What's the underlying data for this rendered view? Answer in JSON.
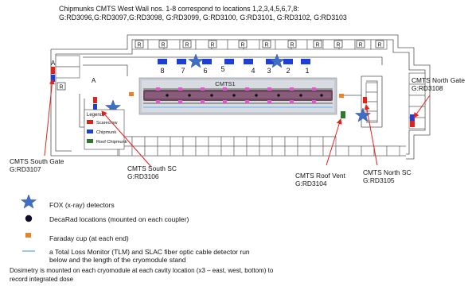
{
  "header": {
    "line1": "Chipmunks CMTS West Wall nos. 1-8 correspond to locations 1,2,3,4,5,6,7,8:",
    "line2": "G:RD3096,G:RD3097,G:RD3098, G:RD3099, G:RD3100, G:RD3101, G:RD3102, G:RD3103"
  },
  "locations": [
    "8",
    "7",
    "6",
    "5",
    "4",
    "3",
    "2",
    "1"
  ],
  "roof_label": "R",
  "gate_letter": "A",
  "cryomodule_label": "CMTS1",
  "inner_legend": {
    "title": "Legend",
    "items": [
      {
        "label": "Scarecrow",
        "color": "#e3211c"
      },
      {
        "label": "Chipmunk",
        "color": "#1e3fd6"
      },
      {
        "label": "Roof Chipmunk",
        "color": "#2a7a2a"
      }
    ]
  },
  "callouts": {
    "north_gate": {
      "name": "CMTS North Gate",
      "id": "G:RD3108"
    },
    "south_gate": {
      "name": "CMTS South Gate",
      "id": "G:RD3107"
    },
    "south_sc": {
      "name": "CMTS South SC",
      "id": "G:RD3106"
    },
    "roof_vent": {
      "name": "CMTS Roof Vent",
      "id": "G:RD3104"
    },
    "north_sc": {
      "name": "CMTS North SC",
      "id": "G:RD3105"
    }
  },
  "key": [
    {
      "symbol": "star",
      "label": "FOX (x-ray) detectors"
    },
    {
      "symbol": "dot",
      "label": "DecaRad locations (mounted on each coupler)"
    },
    {
      "symbol": "orange-square",
      "label": "Faraday cup (at each end)"
    },
    {
      "symbol": "blue-line",
      "label": "a Total Loss Monitor (TLM) and SLAC fiber optic cable detector run",
      "label2": "below and the length of the cryomodule stand"
    }
  ],
  "note": {
    "line1": "Dosimetry is mounted on each cryomodule at each cavity location (x3 – east, west, bottom) to",
    "line2": "record integrated dose"
  },
  "colors": {
    "scarecrow": "#e3211c",
    "chipmunk": "#1e3fd6",
    "roof_chipmunk": "#2a7a2a",
    "star": "#3f6fc4",
    "faraday": "#e8832a",
    "tlm_line": "#9cc6ea",
    "arrow": "#e3211c"
  }
}
